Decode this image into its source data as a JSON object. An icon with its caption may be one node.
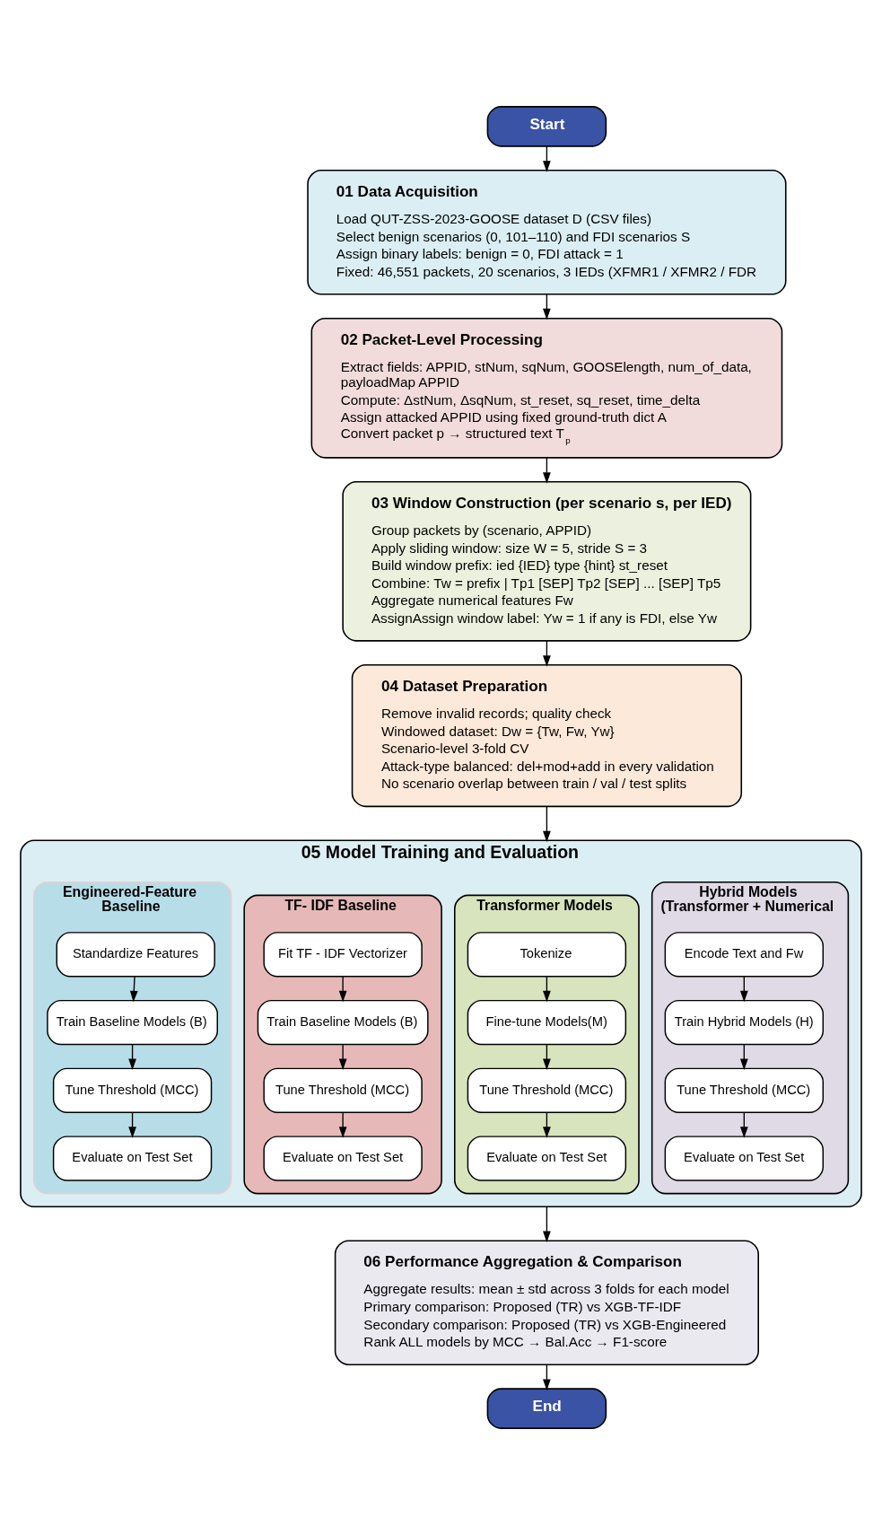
{
  "diagram": {
    "nodes": [
      {
        "text": [
          "Start"
        ]
      },
      {
        "text": [
          "01 Data Acquisition",
          "Load QUT-ZSS-2023-GOOSE dataset D (CSV files)",
          "Select benign scenarios (0, 101–110) and FDI scenarios S",
          "Assign binary labels: benign = 0, FDI attack = 1",
          "Fixed: 46,551 packets, 20 scenarios, 3 IEDs (XFMR1 / XFMR2 / FDR"
        ]
      },
      {
        "text": [
          "02 Packet-Level Processing",
          "Extract fields: APPID, stNum, sqNum, GOOSElength, num_of_data, payloadMap APPID",
          "Compute: ΔstNum, ΔsqNum, st_reset, sq_reset, time_delta",
          "Assign attacked APPID using fixed ground-truth dict A",
          "Convert packet p → structured text T$_{p}$"
        ]
      },
      {
        "text": [
          "03 Window Construction (per scenario s, per IED)",
          "Group packets by (scenario, APPID)",
          "Apply sliding window: size W = 5, stride S = 3",
          "Build window prefix: ied {IED} type {hint} st_reset",
          "Combine: Tw = prefix | Tp1 [SEP] Tp2 [SEP] ... [SEP] Tp5",
          "Aggregate numerical features Fw",
          "AssignAssign window label: Yw = 1 if any is FDI, else Yw"
        ]
      },
      {
        "text": [
          "04 Dataset Preparation",
          "Remove invalid records; quality check",
          "Windowed dataset: Dw = {Tw, Fw, Yw}",
          "Scenario-level 3-fold CV",
          "Attack-type balanced: del+mod+add in every validation",
          "No scenario overlap between train / val / test splits"
        ]
      },
      {
        "text": [
          "05 Model Training and Evaluation"
        ]
      },
      {
        "text": [
          "Engineered-Feature Baseline"
        ],
        "in": 5
      },
      {
        "text": [
          "Standardize Features"
        ],
        "in": 6
      },
      {
        "text": [
          "Train Baseline Models (B)"
        ],
        "in": 6
      },
      {
        "text": [
          "Tune Threshold (MCC)"
        ],
        "in": 6
      },
      {
        "text": [
          "Evaluate on Test Set"
        ],
        "in": 6
      },
      {
        "text": [
          "TF- IDF Baseline"
        ],
        "in": 5
      },
      {
        "text": [
          "Fit TF - IDF Vectorizer"
        ],
        "in": 11
      },
      {
        "text": [
          "Train Baseline Models (B)"
        ],
        "in": 11
      },
      {
        "text": [
          "Tune Threshold (MCC)"
        ],
        "in": 11
      },
      {
        "text": [
          "Evaluate on Test Set"
        ],
        "in": 11
      },
      {
        "text": [
          "Transformer Models"
        ],
        "in": 5
      },
      {
        "text": [
          "Tokenize"
        ],
        "in": 16
      },
      {
        "text": [
          "Fine-tune Models(M)"
        ],
        "in": 16
      },
      {
        "text": [
          "Tune Threshold (MCC)"
        ],
        "in": 16
      },
      {
        "text": [
          "Evaluate on Test Set"
        ],
        "in": 16
      },
      {
        "text": [
          "Hybrid Models (Transformer + Numerical"
        ],
        "in": 5
      },
      {
        "text": [
          "Encode Text and Fw"
        ],
        "in": 21
      },
      {
        "text": [
          "Train Hybrid Models (H)"
        ],
        "in": 21
      },
      {
        "text": [
          "Tune Threshold (MCC)"
        ],
        "in": 21
      },
      {
        "text": [
          "Evaluate on Test Set"
        ],
        "in": 21
      },
      {
        "text": [
          "06 Performance Aggregation & Comparison",
          "Aggregate results: mean ± std across 3 folds for each model",
          "Primary comparison: Proposed (TR) vs XGB-TF-IDF",
          "Secondary comparison: Proposed (TR) vs XGB-Engineered",
          "Rank ALL models by MCC → Bal.Acc → F1-score"
        ]
      },
      {
        "text": [
          "End"
        ]
      }
    ],
    "edges": [
      {
        "from": 0,
        "to": 1,
        "arrow": "to"
      },
      {
        "from": 1,
        "to": 2,
        "arrow": "to"
      },
      {
        "from": 2,
        "to": 3,
        "arrow": "to"
      },
      {
        "from": 3,
        "to": 4,
        "arrow": "to"
      },
      {
        "from": 4,
        "to": 5,
        "arrow": "to"
      },
      {
        "from": 7,
        "to": 8,
        "arrow": "to"
      },
      {
        "from": 8,
        "to": 9,
        "arrow": "to"
      },
      {
        "from": 9,
        "to": 10,
        "arrow": "to"
      },
      {
        "from": 12,
        "to": 13,
        "arrow": "to"
      },
      {
        "from": 13,
        "to": 14,
        "arrow": "to"
      },
      {
        "from": 14,
        "to": 15,
        "arrow": "to"
      },
      {
        "from": 17,
        "to": 18,
        "arrow": "to"
      },
      {
        "from": 18,
        "to": 19,
        "arrow": "to"
      },
      {
        "from": 19,
        "to": 20,
        "arrow": "to"
      },
      {
        "from": 22,
        "to": 23,
        "arrow": "to"
      },
      {
        "from": 23,
        "to": 24,
        "arrow": "to"
      },
      {
        "from": 24,
        "to": 25,
        "arrow": "to"
      },
      {
        "from": 5,
        "to": 26,
        "arrow": "to"
      },
      {
        "from": 26,
        "to": 27,
        "arrow": "to"
      }
    ]
  }
}
